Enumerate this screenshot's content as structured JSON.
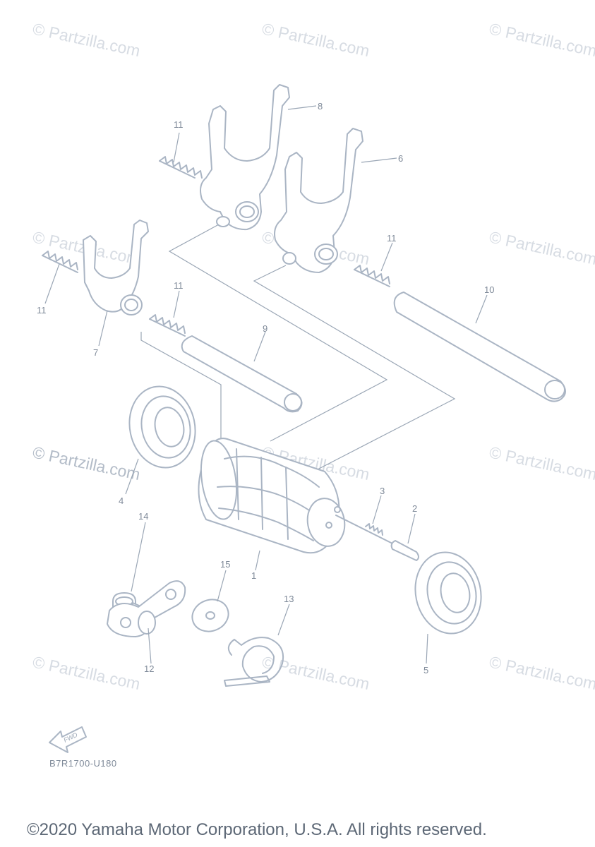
{
  "watermark": {
    "text": "© Partzilla.com"
  },
  "callouts": {
    "c1": "1",
    "c2": "2",
    "c3": "3",
    "c4": "4",
    "c5": "5",
    "c6": "6",
    "c7": "7",
    "c8": "8",
    "c9": "9",
    "c10": "10",
    "c11a": "11",
    "c11b": "11",
    "c11c": "11",
    "c11d": "11",
    "c12": "12",
    "c13": "13",
    "c14": "14",
    "c15": "15"
  },
  "fwd_label": "FWD",
  "reference_code": "B7R1700-U180",
  "copyright": "©2020 Yamaha Motor Corporation, U.S.A. All rights reserved.",
  "colors": {
    "line_art": "#aab5c4",
    "watermark": "#d7dce3",
    "text": "#5d6876"
  }
}
